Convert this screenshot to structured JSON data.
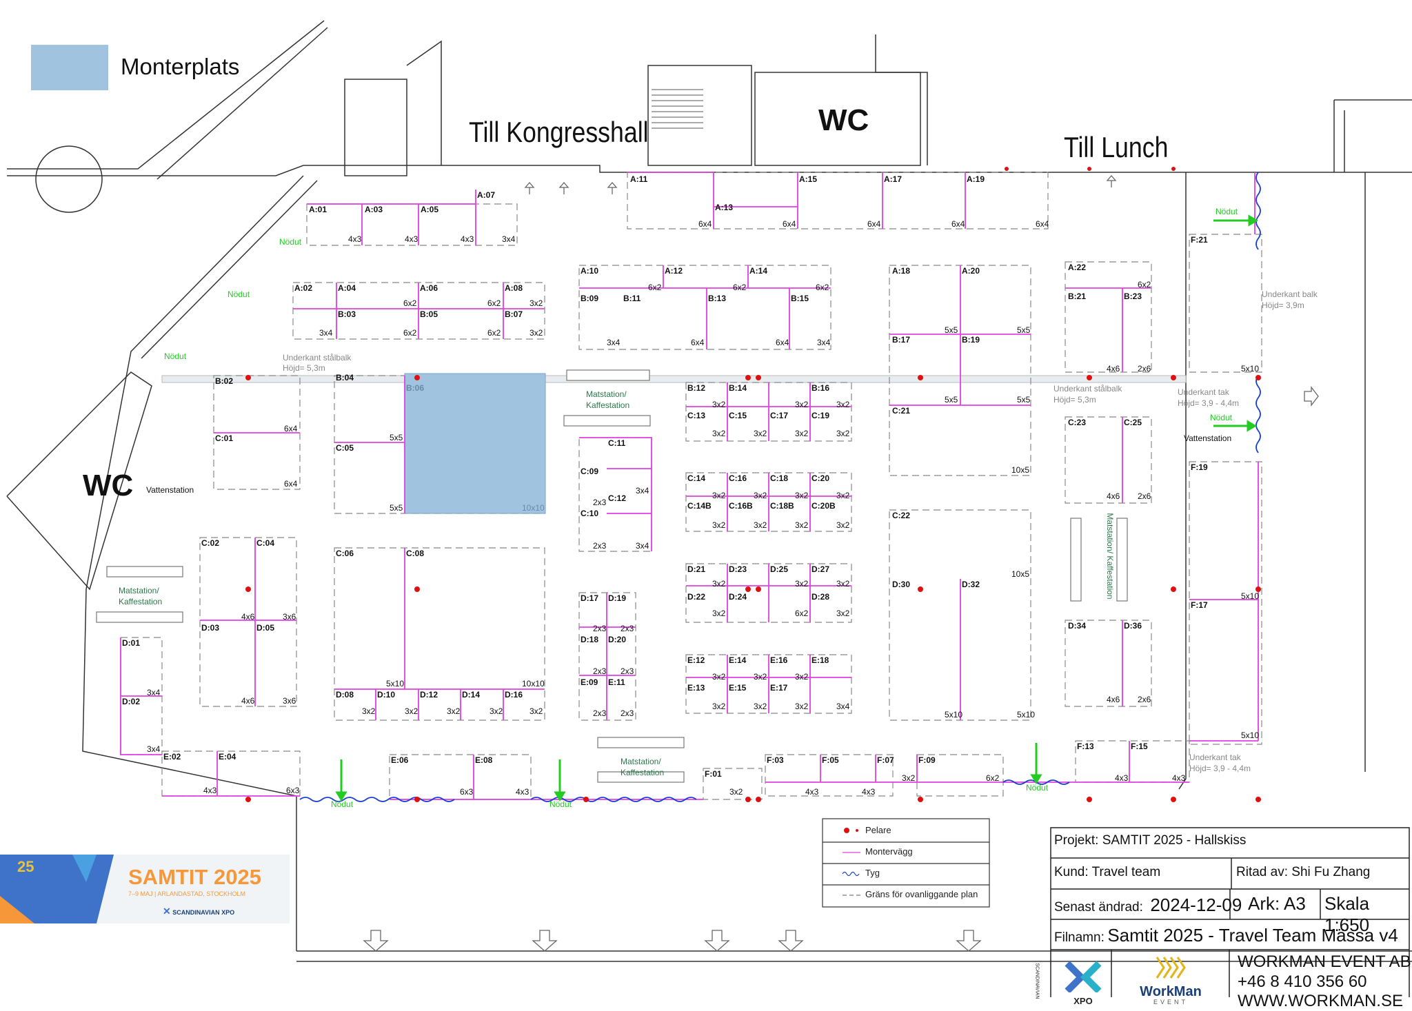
{
  "legend_top": {
    "label": "Monterplats",
    "color": "#a0c4e0"
  },
  "headings": {
    "kongress": "Till Kongresshall",
    "lunch": "Till Lunch",
    "wc_top": "WC",
    "wc_left": "WC"
  },
  "notes": {
    "nodut": "Nödut",
    "vattenstation": "Vattenstation",
    "matstation": "Matstation/",
    "kaffestation": "Kaffestation",
    "matstation_vert": "Matstation/ Kaffestation",
    "stalbalk": "Underkant stålbalk",
    "hojd53": "Höjd= 5,3m",
    "balk": "Underkant balk",
    "hojd39": "Höjd= 3,9m",
    "tak": "Underkant tak",
    "hojd3944": "Höjd= 3,9 - 4,4m"
  },
  "booths": [
    "A:01",
    "A:03",
    "A:05",
    "A:07",
    "A:02",
    "A:04",
    "A:06",
    "A:08",
    "B:03",
    "B:05",
    "B:07",
    "A:10",
    "A:12",
    "A:14",
    "B:09",
    "B:11",
    "B:13",
    "B:15",
    "A:11",
    "A:13",
    "A:15",
    "A:17",
    "A:19",
    "A:18",
    "A:20",
    "B:17",
    "B:19",
    "C:21",
    "A:22",
    "B:21",
    "B:23",
    "F:21",
    "B:02",
    "C:01",
    "B:04",
    "B:06",
    "C:05",
    "B:12",
    "B:14",
    "B:16",
    "C:13",
    "C:15",
    "C:17",
    "C:19",
    "C:14",
    "C:16",
    "C:18",
    "C:20",
    "C:14B",
    "C:16B",
    "C:18B",
    "C:20B",
    "C:11",
    "C:09",
    "C:12",
    "C:10",
    "C:23",
    "C:25",
    "F:19",
    "C:22",
    "D:30",
    "D:32",
    "C:02",
    "C:04",
    "D:03",
    "D:05",
    "C:06",
    "C:08",
    "D:17",
    "D:19",
    "D:18",
    "D:20",
    "E:09",
    "E:11",
    "D:21",
    "D:23",
    "D:25",
    "D:27",
    "D:22",
    "D:24",
    "D:28",
    "E:12",
    "E:14",
    "E:16",
    "E:18",
    "E:13",
    "E:15",
    "E:17",
    "D:34",
    "D:36",
    "F:17",
    "D:01",
    "D:02",
    "D:08",
    "D:10",
    "D:12",
    "D:14",
    "D:16",
    "E:02",
    "E:04",
    "E:06",
    "E:08",
    "F:01",
    "F:03",
    "F:05",
    "F:07",
    "F:09",
    "F:13",
    "F:15"
  ],
  "sizes": {
    "s4x3": "4x3",
    "s3x4": "3x4",
    "s6x4": "6x4",
    "s6x2": "6x2",
    "s3x2": "3x2",
    "s5x5": "5x5",
    "s10x5": "10x5",
    "s5x10": "5x10",
    "s10x10": "10x10",
    "s2x3": "2x3",
    "s4x6": "4x6",
    "s3x6": "3x6",
    "s2x6": "2x6",
    "s6x3": "6x3",
    "s5x10a": "5x10"
  },
  "map_legend": {
    "pelare": "Pelare",
    "montervagg": "Montervägg",
    "tyg": "Tyg",
    "grans": "Gräns för ovanliggande plan"
  },
  "titleblock": {
    "projekt_label": "Projekt:",
    "projekt": "SAMTIT 2025 - Hallskiss",
    "kund_label": "Kund:",
    "kund": "Travel team",
    "ritad_label": "Ritad av:",
    "ritad": "Shi Fu Zhang",
    "andrad_label": "Senast ändrad:",
    "andrad": "2024-12-09",
    "ark_label": "Ark:",
    "ark": "A3",
    "skala_label": "Skala",
    "skala": "1:650",
    "filnamn_label": "Filnamn:",
    "filnamn": "Samtit 2025 - Travel Team Mässa v4",
    "company": "WORKMAN EVENT AB",
    "phone": "+46 8 410 356 60",
    "web": "WWW.WORKMAN.SE",
    "logo_workman": "WorkMan",
    "logo_event": "EVENT",
    "logo_xpo": "XPO",
    "logo_scandinavian": "SCANDINAVIAN"
  },
  "banner": {
    "title": "SAMTIT 2025",
    "subtitle": "7–9 MAJ | ARLANDASTAD, STOCKHOLM",
    "brand": "SCANDINAVIAN XPO",
    "anniversary": "25"
  },
  "colors": {
    "wall": "#e040e0",
    "booth_fill": "#a0c4e0",
    "exit_green": "#22cc22",
    "pillar": "#dd1111",
    "fabric": "#1a3fd0",
    "station_green": "#2a7a4a",
    "banner_orange": "#f6983a"
  }
}
